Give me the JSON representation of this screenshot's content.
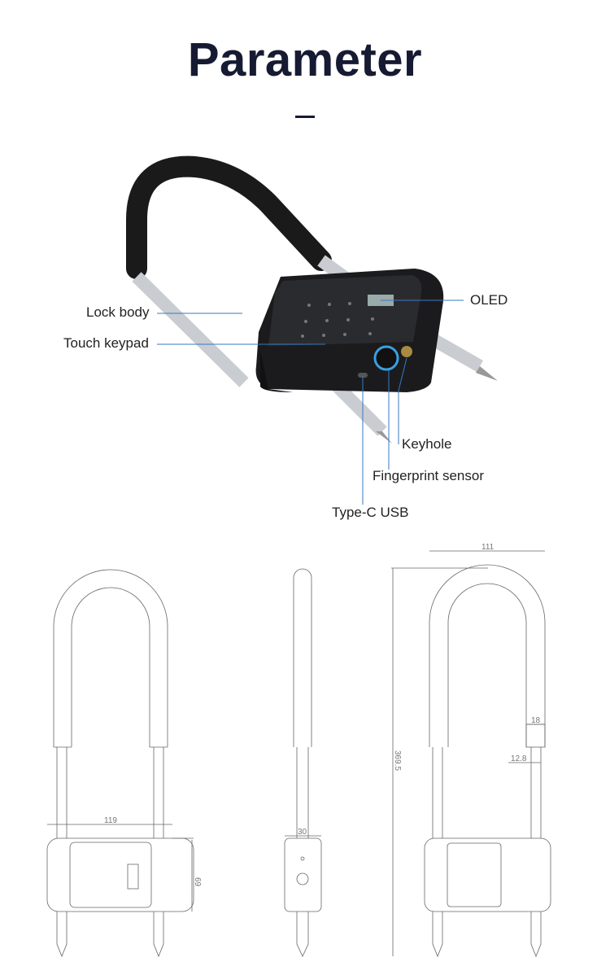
{
  "title": "Parameter",
  "callouts": {
    "lock_body": "Lock body",
    "touch_keypad": "Touch keypad",
    "oled": "OLED",
    "keyhole": "Keyhole",
    "fingerprint": "Fingerprint sensor",
    "usb": "Type-C USB"
  },
  "dimensions": {
    "front_width": "119",
    "front_height": "69",
    "side_width": "30",
    "back_width": "111",
    "total_height": "369.5",
    "shackle_sleeve": "18",
    "shackle_rod": "12.8"
  },
  "colors": {
    "title": "#161b33",
    "leader": "#3a78c2"
  }
}
